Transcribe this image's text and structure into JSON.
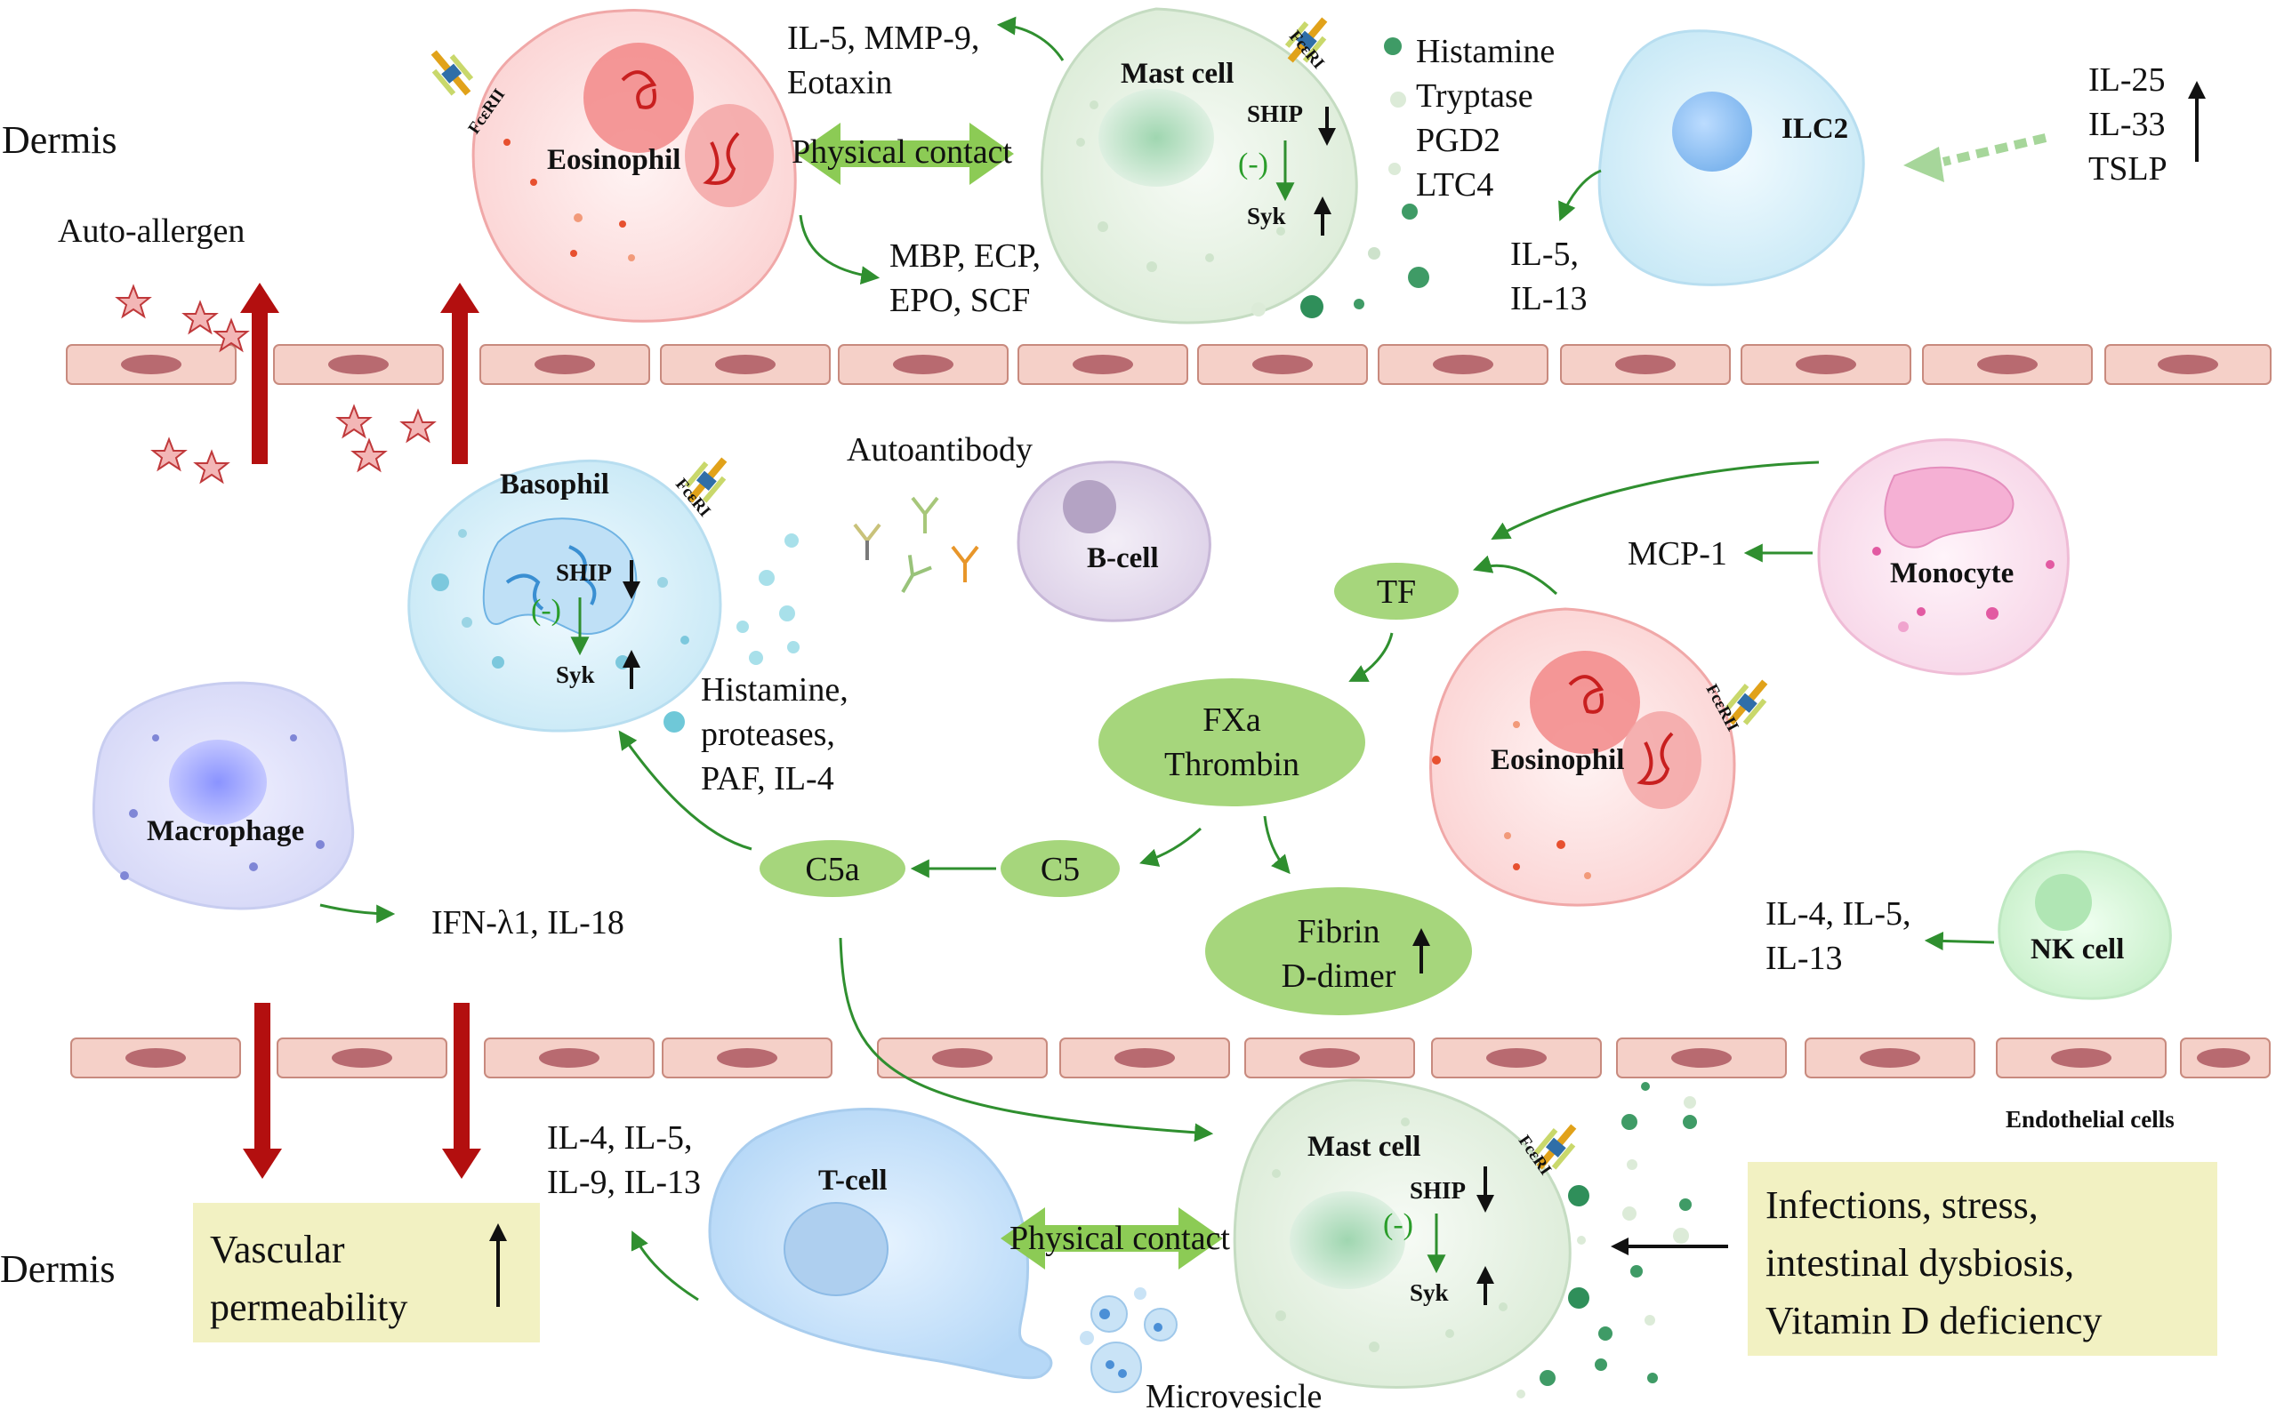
{
  "labels": {
    "dermis_top": "Dermis",
    "dermis_bottom": "Dermis",
    "auto_allergen": "Auto-allergen",
    "autoantibody": "Autoantibody",
    "endothelial": "Endothelial cells",
    "microvesicle": "Microvesicle",
    "physical_contact_top": "Physical contact",
    "physical_contact_bottom": "Physical contact"
  },
  "cells": {
    "eosinophil_top": "Eosinophil",
    "mast_top": "Mast cell",
    "ilc2": "ILC2",
    "basophil": "Basophil",
    "bcell": "B-cell",
    "monocyte": "Monocyte",
    "eosinophil_mid": "Eosinophil",
    "macrophage": "Macrophage",
    "nk": "NK cell",
    "tcell": "T-cell",
    "mast_bottom": "Mast cell"
  },
  "receptors": {
    "eos_top": "FcεRII",
    "mast_top": "FcεRI",
    "basophil": "FcεRI",
    "eos_mid": "FcεRII",
    "mast_bottom": "FcεRI"
  },
  "signaling": {
    "ship": "SHIP",
    "syk": "Syk",
    "neg": "(-)"
  },
  "mediators": {
    "eos_top_out": [
      "IL-5, MMP-9,",
      "Eotaxin"
    ],
    "eos_top_granules": [
      "MBP, ECP,",
      "EPO, SCF"
    ],
    "mast_top_out": [
      "Histamine",
      "Tryptase",
      "PGD2",
      "LTC4"
    ],
    "ilc2_out": [
      "IL-5,",
      "IL-13"
    ],
    "alarmins": [
      "IL-25",
      "IL-33",
      "TSLP"
    ],
    "basophil_out": [
      "Histamine,",
      "proteases,",
      "PAF, IL-4"
    ],
    "mcp1": "MCP-1",
    "macrophage_out": "IFN-λ1, IL-18",
    "nk_out": [
      "IL-4, IL-5,",
      "IL-13"
    ],
    "tcell_out": [
      "IL-4, IL-5,",
      "IL-9, IL-13"
    ]
  },
  "coagulation": {
    "tf": "TF",
    "fxa": [
      "FXa",
      "Thrombin"
    ],
    "c5": "C5",
    "c5a": "C5a",
    "fibrin": [
      "Fibrin",
      "D-dimer"
    ]
  },
  "boxes": {
    "vascular": [
      "Vascular",
      "permeability"
    ],
    "triggers": [
      "Infections, stress,",
      "intestinal dysbiosis,",
      "Vitamin D deficiency"
    ]
  },
  "colors": {
    "green_node": "#a6d67c",
    "green_arrow": "#2f8f2f",
    "red_arrow": "#b30f0f",
    "yellow_box": "#f2f1c2",
    "endothelial": "#f5d0c8"
  }
}
